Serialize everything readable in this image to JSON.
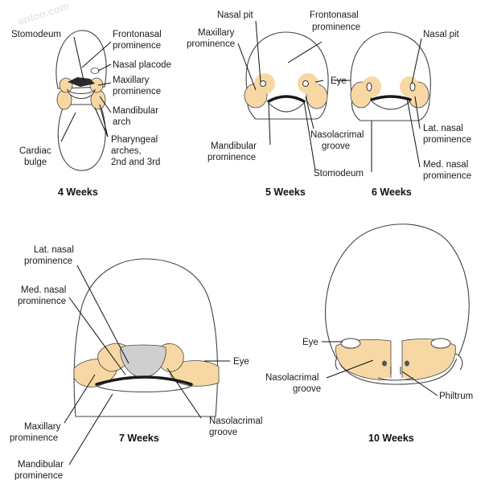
{
  "colors": {
    "tissue": "#f7d8a4",
    "tissue_dark": "#f1bc6e",
    "nasal_region": "#cfcfcf",
    "outline": "#444444",
    "text": "#1a1a1a"
  },
  "watermark": "entoo.com",
  "panels": {
    "w4": {
      "title": "4 Weeks",
      "labels": {
        "stomodeum": "Stomodeum",
        "frontonasal_1": "Frontonasal",
        "frontonasal_2": "prominence",
        "nasal_placode": "Nasal placode",
        "maxillary_1": "Maxillary",
        "maxillary_2": "prominence",
        "mandibular_1": "Mandibular",
        "mandibular_2": "arch",
        "pharyngeal_1": "Pharyngeal",
        "pharyngeal_2": "arches,",
        "pharyngeal_3": "2nd and 3rd",
        "cardiac_1": "Cardiac",
        "cardiac_2": "bulge"
      }
    },
    "w5": {
      "title": "5 Weeks",
      "labels": {
        "nasal_pit": "Nasal pit",
        "maxillary_1": "Maxillary",
        "maxillary_2": "prominence",
        "mandibular_1": "Mandibular",
        "mandibular_2": "prominence"
      }
    },
    "shared_5_6": {
      "frontonasal_1": "Frontonasal",
      "frontonasal_2": "prominence",
      "eye": "Eye",
      "nasolacrimal_1": "Nasolacrimal",
      "nasolacrimal_2": "groove",
      "stomodeum": "Stomodeum"
    },
    "w6": {
      "title": "6 Weeks",
      "labels": {
        "nasal_pit": "Nasal pit",
        "lat_nasal_1": "Lat. nasal",
        "lat_nasal_2": "prominence",
        "med_nasal_1": "Med. nasal",
        "med_nasal_2": "prominence"
      }
    },
    "w7": {
      "title": "7 Weeks",
      "labels": {
        "lat_nasal_1": "Lat. nasal",
        "lat_nasal_2": "prominence",
        "med_nasal_1": "Med. nasal",
        "med_nasal_2": "prominence",
        "eye": "Eye",
        "maxillary_1": "Maxillary",
        "maxillary_2": "prominence",
        "nasolacrimal_1": "Nasolacrimal",
        "nasolacrimal_2": "groove",
        "mandibular_1": "Mandibular",
        "mandibular_2": "prominence"
      }
    },
    "w10": {
      "title": "10 Weeks",
      "labels": {
        "eye": "Eye",
        "nasolacrimal_1": "Nasolacrimal",
        "nasolacrimal_2": "groove",
        "philtrum": "Philtrum"
      }
    }
  }
}
